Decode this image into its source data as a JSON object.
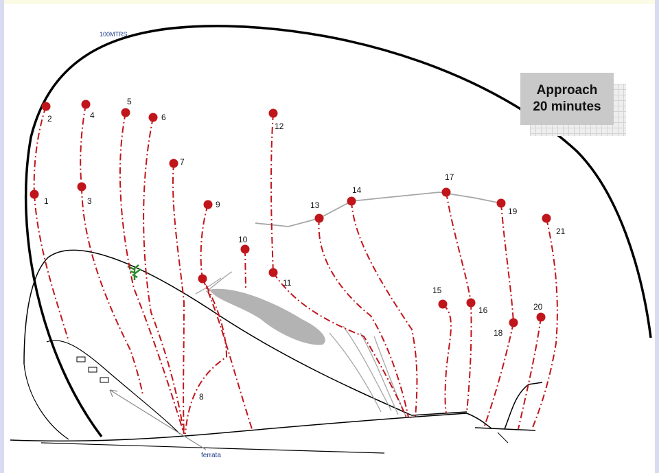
{
  "topo": {
    "scale_label": "100MTRS",
    "ferrata_label": "ferrata",
    "approach": {
      "line1": "Approach",
      "line2": "20 minutes"
    },
    "colors": {
      "route": "#c0151b",
      "bolt": "#c0151b",
      "rock_outline": "#000000",
      "ridge_line": "#a6a6a6",
      "patch": "#b3b3b3",
      "label_box": "#c9c9c9",
      "scale_text": "#1f3c8a",
      "tree": "#2d8a2d"
    },
    "routes": [
      {
        "id": "1",
        "label": "1"
      },
      {
        "id": "2",
        "label": "2"
      },
      {
        "id": "3",
        "label": "3"
      },
      {
        "id": "4",
        "label": "4"
      },
      {
        "id": "5",
        "label": "5"
      },
      {
        "id": "6",
        "label": "6"
      },
      {
        "id": "7",
        "label": "7"
      },
      {
        "id": "8",
        "label": "8"
      },
      {
        "id": "9",
        "label": "9"
      },
      {
        "id": "10",
        "label": "10"
      },
      {
        "id": "11",
        "label": "11"
      },
      {
        "id": "12",
        "label": "12"
      },
      {
        "id": "13",
        "label": "13"
      },
      {
        "id": "14",
        "label": "14"
      },
      {
        "id": "15",
        "label": "15"
      },
      {
        "id": "16",
        "label": "16"
      },
      {
        "id": "17",
        "label": "17"
      },
      {
        "id": "18",
        "label": "18"
      },
      {
        "id": "19",
        "label": "19"
      },
      {
        "id": "20",
        "label": "20"
      },
      {
        "id": "21",
        "label": "21"
      }
    ]
  }
}
